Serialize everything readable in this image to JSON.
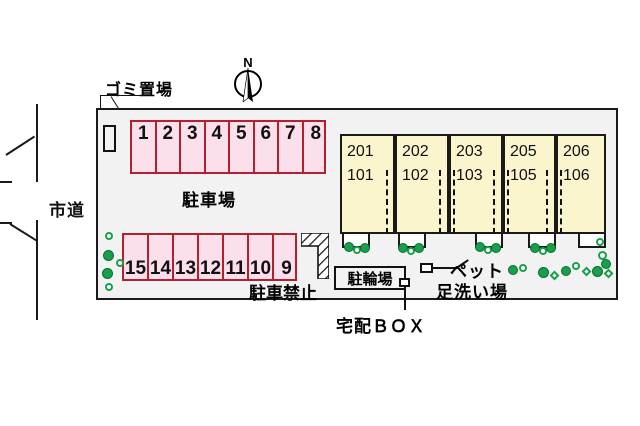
{
  "map": {
    "title_alt": "敷地配置図",
    "compass": {
      "label": "N",
      "name": "north-arrow"
    },
    "road": {
      "label": "市道"
    },
    "labels": {
      "garbage": "ゴミ置場",
      "parking": "駐車場",
      "no_parking": "駐車禁止",
      "bicycle_parking": "駐輪場",
      "delivery_box": "宅配ＢＯＸ",
      "pet_line1": "ペット",
      "pet_line2": "足洗い場"
    },
    "parking_rows": [
      {
        "name": "upper-row",
        "stalls": [
          "1",
          "2",
          "3",
          "4",
          "5",
          "6",
          "7",
          "8"
        ]
      },
      {
        "name": "lower-row",
        "stalls": [
          "15",
          "14",
          "13",
          "12",
          "11",
          "10",
          "9"
        ]
      }
    ],
    "building_units": [
      {
        "upper": "201",
        "lower": "101"
      },
      {
        "upper": "202",
        "lower": "102"
      },
      {
        "upper": "203",
        "lower": "103"
      },
      {
        "upper": "205",
        "lower": "105"
      },
      {
        "upper": "206",
        "lower": "106"
      }
    ],
    "colors": {
      "parking_fill": "#fbe0ec",
      "parking_border": "#b3202f",
      "building_fill": "#faf5cd",
      "building_border": "#1a1a1a",
      "site_fill": "#f2f2f2",
      "greenery": "#17a04a",
      "outline": "#1a1a1a"
    }
  }
}
